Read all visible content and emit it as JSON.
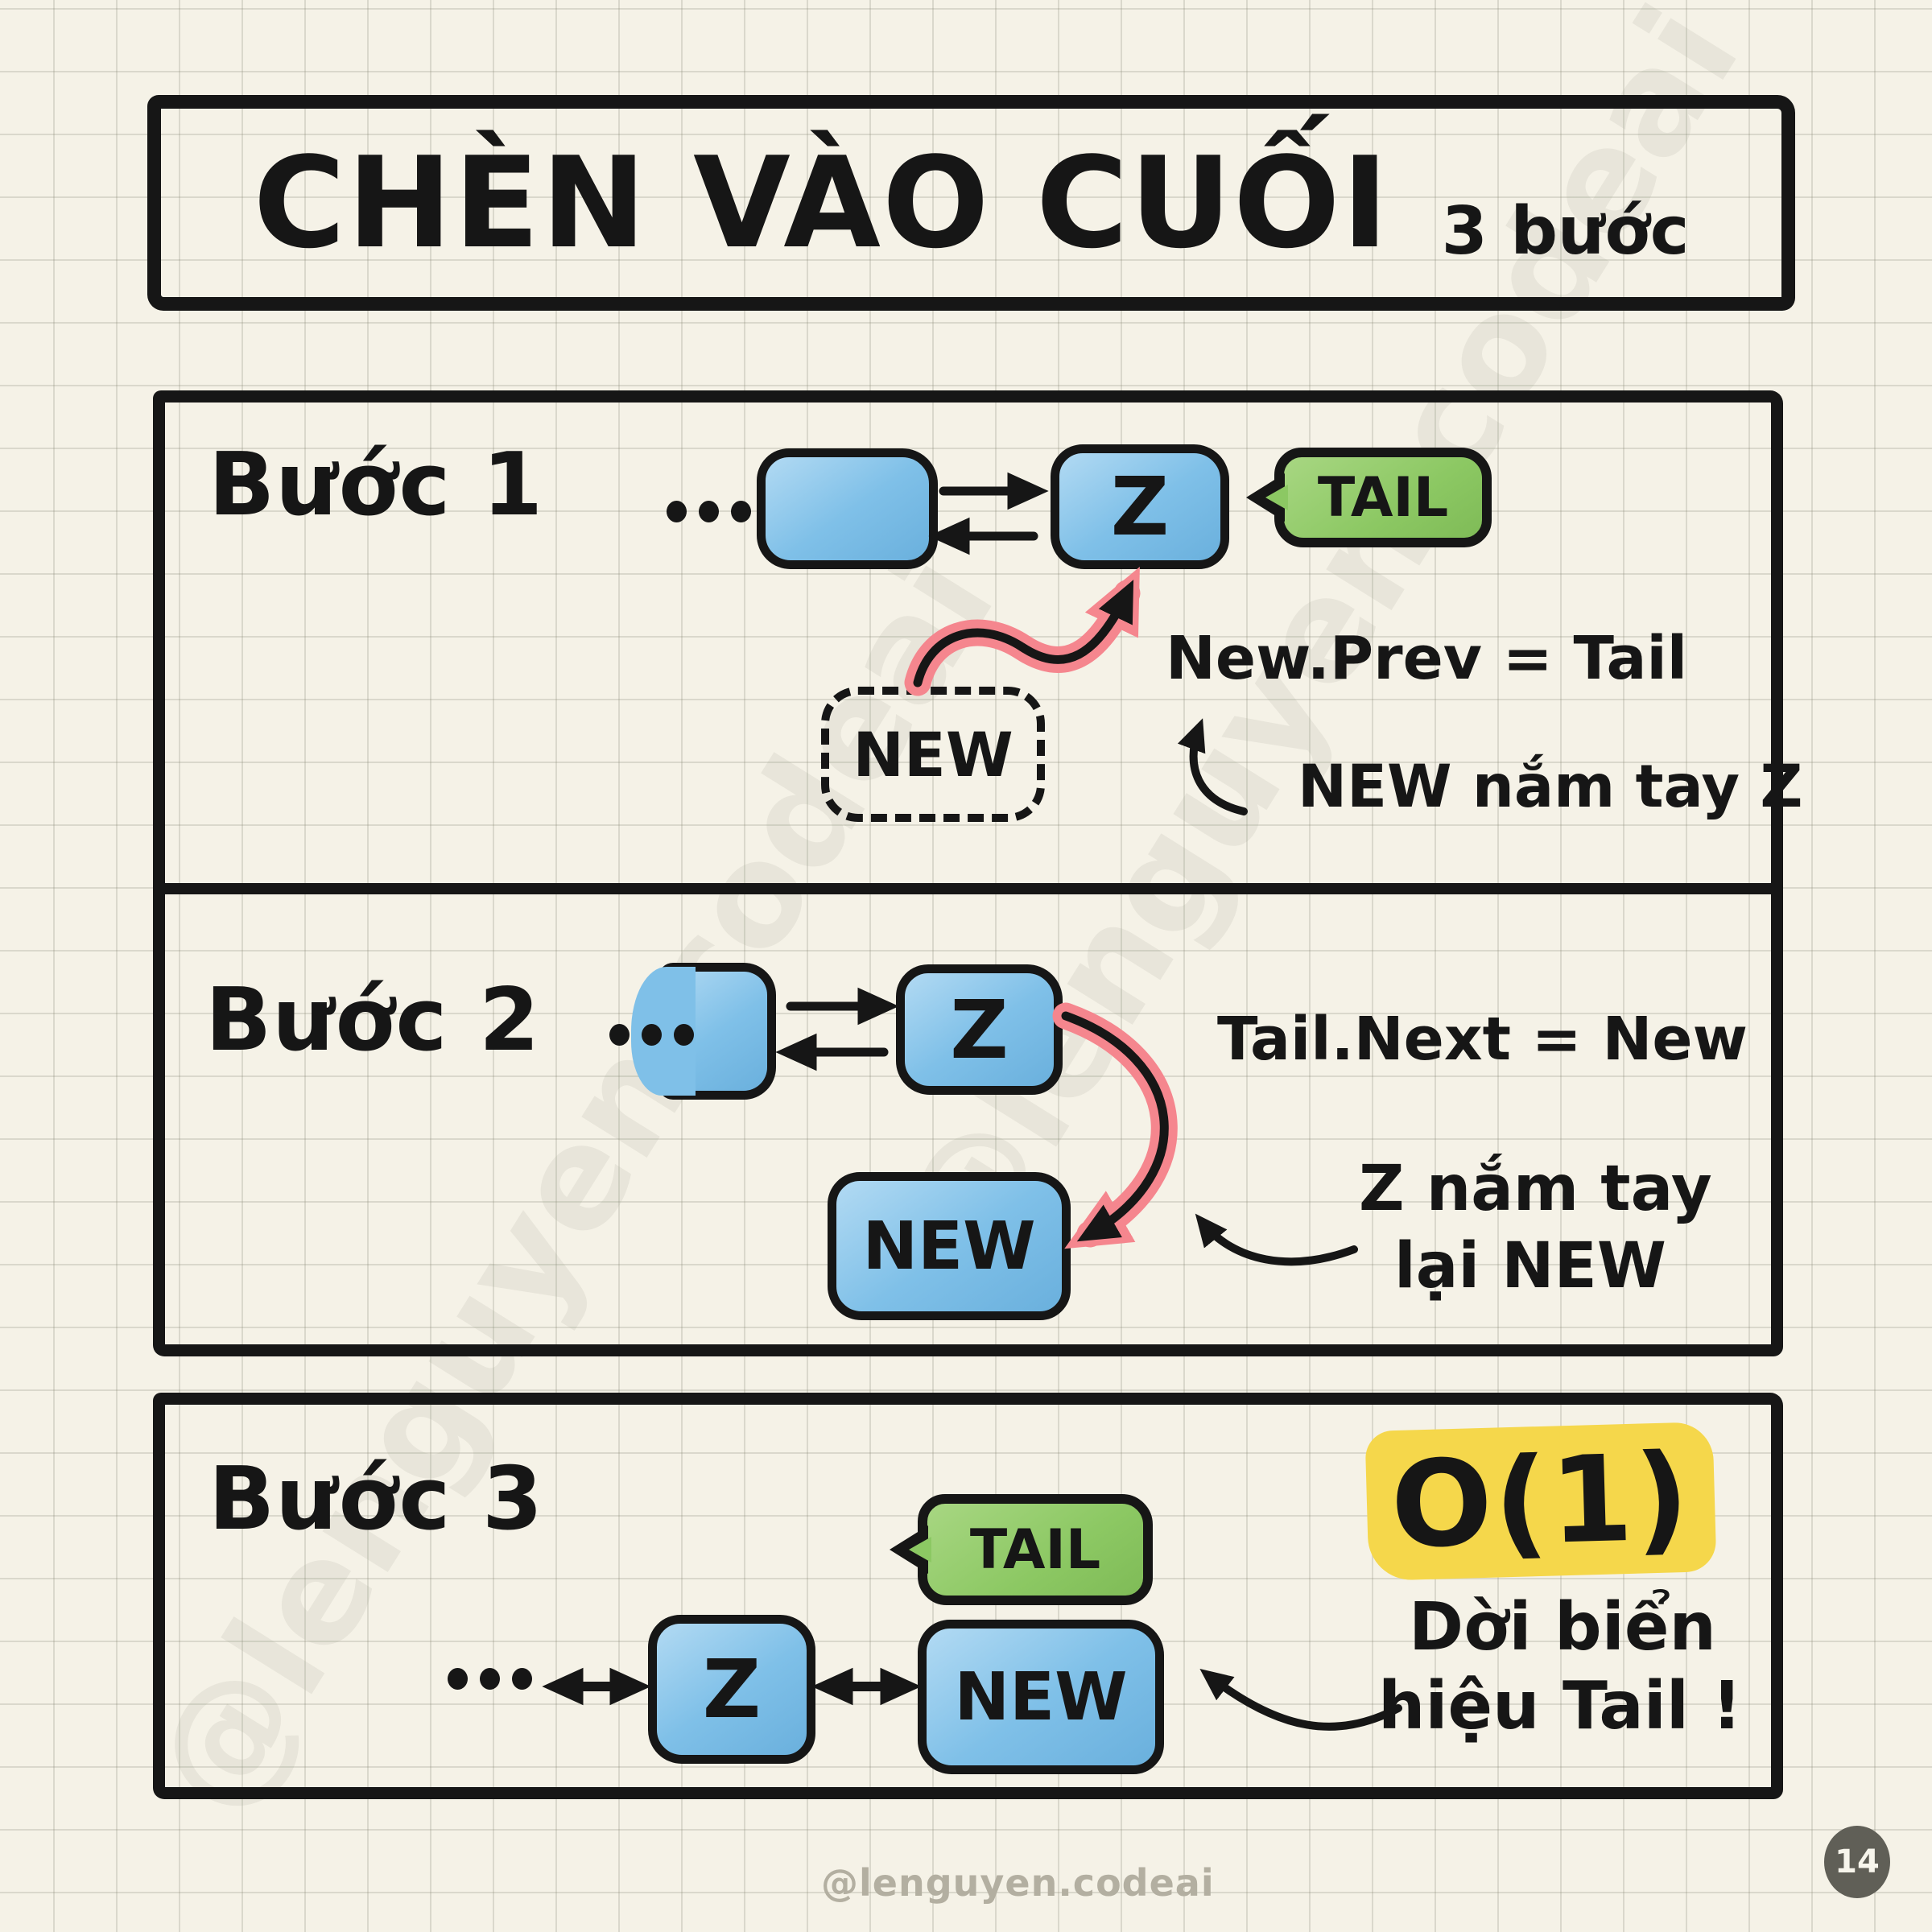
{
  "page": {
    "watermark_handle": "@lenguyen.codeai",
    "page_number": "14"
  },
  "title": {
    "text": "CHÈN VÀO CUỐI",
    "subtitle": "3 bước"
  },
  "palette": {
    "paper_background": "#f5f2e7",
    "ink": "#161616",
    "node_blue": "#7fc0e8",
    "tag_green": "#8cc863",
    "arrow_pink": "#f5868e",
    "highlight_yellow": "#f5d74b"
  },
  "steps": [
    {
      "label": "Bước 1",
      "z_label": "Z",
      "tail_label": "TAIL",
      "new_label": "NEW",
      "code": "New.Prev = Tail",
      "note": "NEW nắm tay Z"
    },
    {
      "label": "Bước 2",
      "z_label": "Z",
      "new_label": "NEW",
      "code": "Tail.Next = New",
      "note_line1": "Z nắm tay",
      "note_line2": "lại NEW"
    },
    {
      "label": "Bước 3",
      "z_label": "Z",
      "new_label": "NEW",
      "tail_label": "TAIL",
      "complexity": "O(1)",
      "note_line1": "Dời biển",
      "note_line2": "hiệu Tail !"
    }
  ]
}
